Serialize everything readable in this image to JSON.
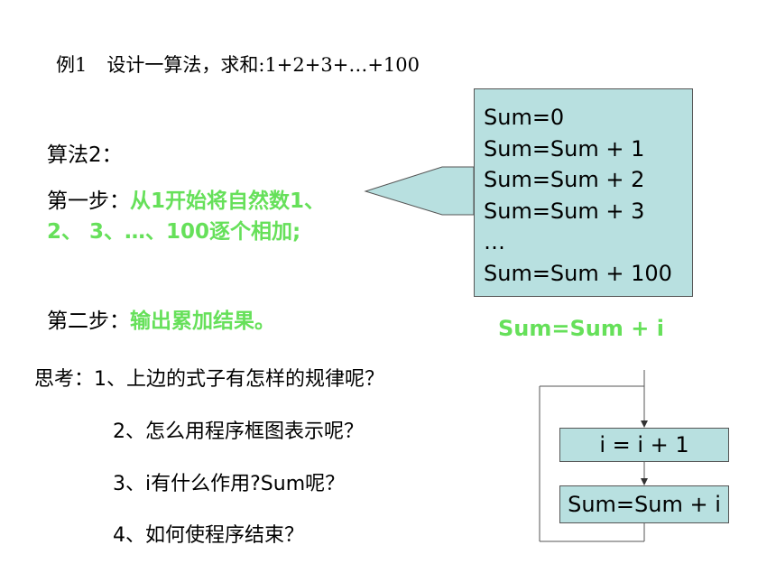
{
  "title": {
    "prefix": "例1",
    "text": "设计一算法，求和:1+2+3+…+100"
  },
  "algorithm": {
    "label": "算法2：",
    "step1_prefix": "第一步：",
    "step1_text": "从1开始将自然数1、2、 3、…、100逐个相加;",
    "step2_prefix": "第二步：",
    "step2_text": "输出累加结果。"
  },
  "sum_box": {
    "lines": [
      "Sum=0",
      "Sum=Sum + 1",
      "Sum=Sum + 2",
      "Sum=Sum + 3",
      "…",
      "Sum=Sum + 100"
    ]
  },
  "formula": "Sum=Sum + i",
  "thinking": {
    "q1": "思考：1、上边的式子有怎样的规律呢？",
    "q2": "2、怎么用程序框图表示呢？",
    "q3": "3、i有什么作用?Sum呢？",
    "q4": "4、如何使程序结束？"
  },
  "flowchart": {
    "box1": "i = i + 1",
    "box2": "Sum=Sum + i"
  },
  "colors": {
    "highlight": "#66e05a",
    "box_fill": "#b8e0e0"
  }
}
